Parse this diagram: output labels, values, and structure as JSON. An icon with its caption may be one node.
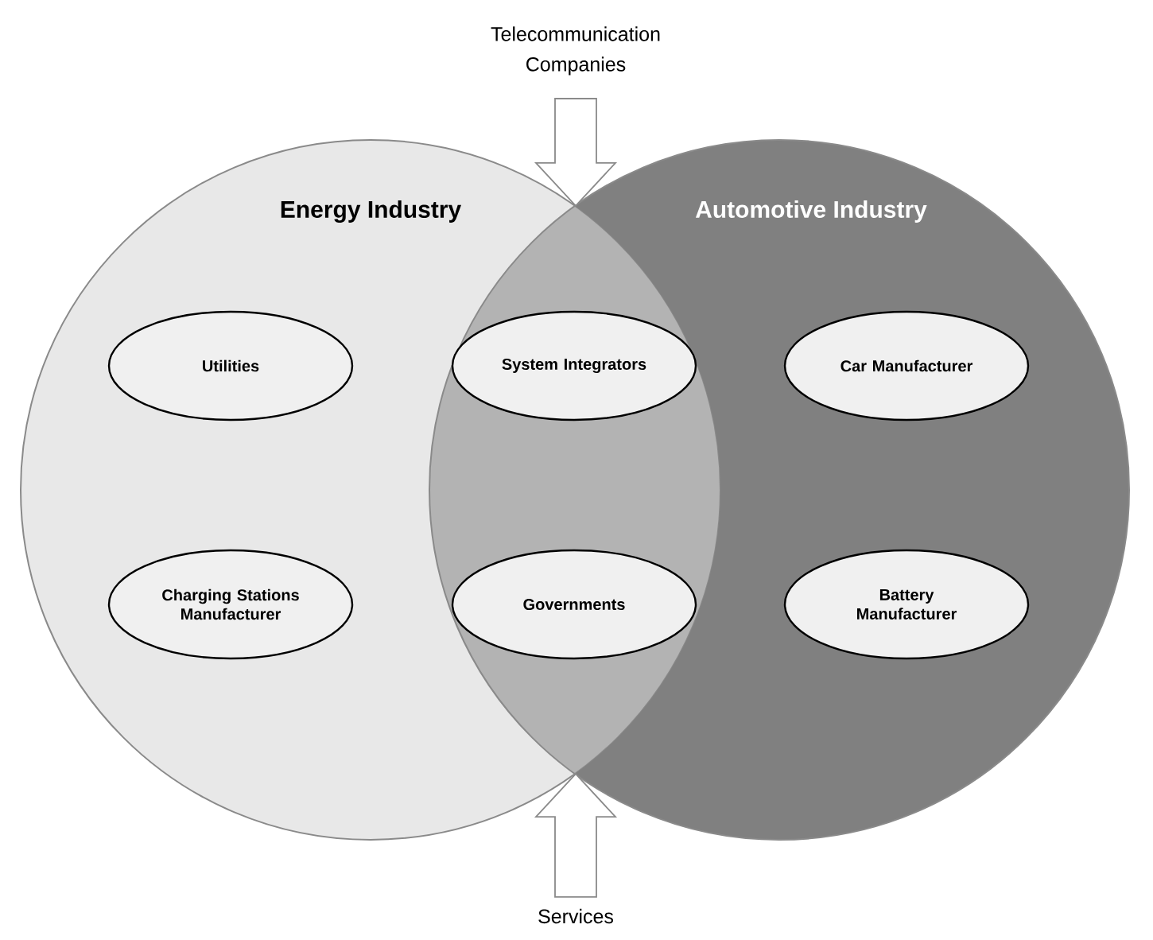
{
  "diagram": {
    "nodes": [
      {
        "text": [
          "Telecommunication Companies"
        ]
      },
      {
        "text": [
          "Energy Industry"
        ]
      },
      {
        "text": [
          "Automotive Industry"
        ]
      },
      {
        "text": [
          "Utilities"
        ],
        "in": 1
      },
      {
        "text": [
          "System Integrators"
        ]
      },
      {
        "text": [
          "Car Manufacturer"
        ],
        "in": 2
      },
      {
        "text": [
          "Charging Stations Manufacturer"
        ],
        "in": 1
      },
      {
        "text": [
          "Governments"
        ]
      },
      {
        "text": [
          "Battery Manufacturer"
        ],
        "in": 2
      },
      {
        "text": [
          "Services"
        ]
      }
    ],
    "edges": [
      {
        "from": 0,
        "to": null,
        "arrow": "to"
      },
      {
        "from": 9,
        "to": null,
        "arrow": "to"
      }
    ]
  }
}
